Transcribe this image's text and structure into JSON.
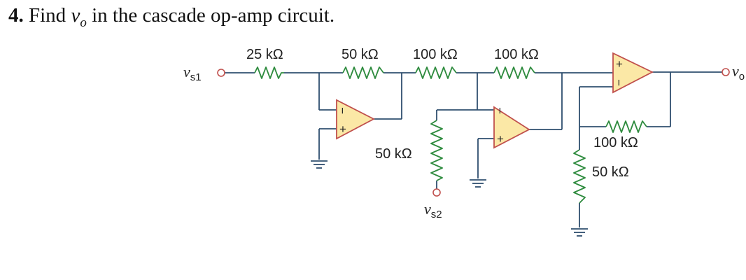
{
  "question": {
    "number": "4.",
    "before": "Find ",
    "var": "v",
    "var_sub": "o",
    "after": " in the cascade op-amp circuit."
  },
  "colors": {
    "wire": "#2f4f6f",
    "resistor": "#2e8b3e",
    "opamp_fill": "#fbe8a6",
    "opamp_stroke": "#c0504d",
    "ground": "#2f4f6f"
  },
  "resistors": {
    "r1": "25 kΩ",
    "r2": "50 kΩ",
    "r3": "100 kΩ",
    "r4": "100 kΩ",
    "r5": "50 kΩ",
    "r6": "100 kΩ",
    "r7": "50 kΩ"
  },
  "nodes": {
    "vs1": {
      "var": "v",
      "sub": "s1"
    },
    "vs2": {
      "var": "v",
      "sub": "s2"
    },
    "vo": {
      "var": "v",
      "sub": "o"
    }
  },
  "opamp_signs": {
    "plus": "+",
    "minus": "−"
  }
}
